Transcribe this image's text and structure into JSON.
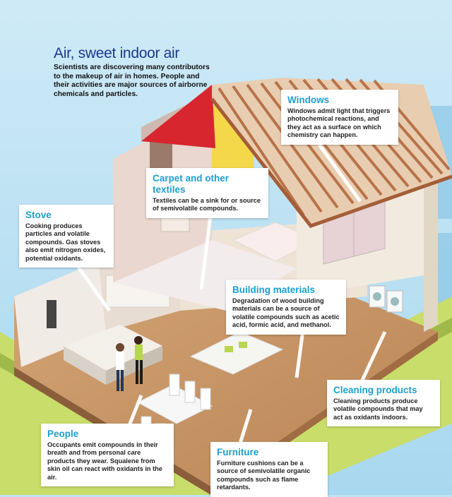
{
  "header": {
    "title": "Air, sweet indoor air",
    "subtitle": "Scientists are discovering many contributors to the makeup of air in homes. People and their activities are major sources of airborne chemicals and particles."
  },
  "callouts": {
    "windows": {
      "title": "Windows",
      "text": "Windows admit light that triggers photochemical reactions, and they act as a surface on which chemistry can happen."
    },
    "carpet": {
      "title": "Carpet and other textiles",
      "text": "Textiles can be a sink for or source of semivolatile compounds."
    },
    "stove": {
      "title": "Stove",
      "text": "Cooking produces particles and volatile compounds. Gas stoves also emit nitrogen oxides, potential oxidants."
    },
    "building": {
      "title": "Building materials",
      "text": "Degradation of wood building materials can be a source of volatile compounds such as acetic acid, formic acid, and methanol."
    },
    "cleaning": {
      "title": "Cleaning products",
      "text": "Cleaning products produce volatile compounds that may act as oxidants indoors."
    },
    "people": {
      "title": "People",
      "text": "Occupants emit compounds in their breath and from personal care products they wear. Squalene from skin oil can react with oxidants in the air."
    },
    "furniture": {
      "title": "Furniture",
      "text": "Furniture cushions can be a source of semivolatile organic compounds such as flame retardants."
    }
  },
  "colors": {
    "sky": "#bfe3f4",
    "accent_heading": "#1b9fd0",
    "title_blue": "#1b3a8a",
    "grass": "#c9dd6a",
    "roof_red": "#d8262f"
  }
}
